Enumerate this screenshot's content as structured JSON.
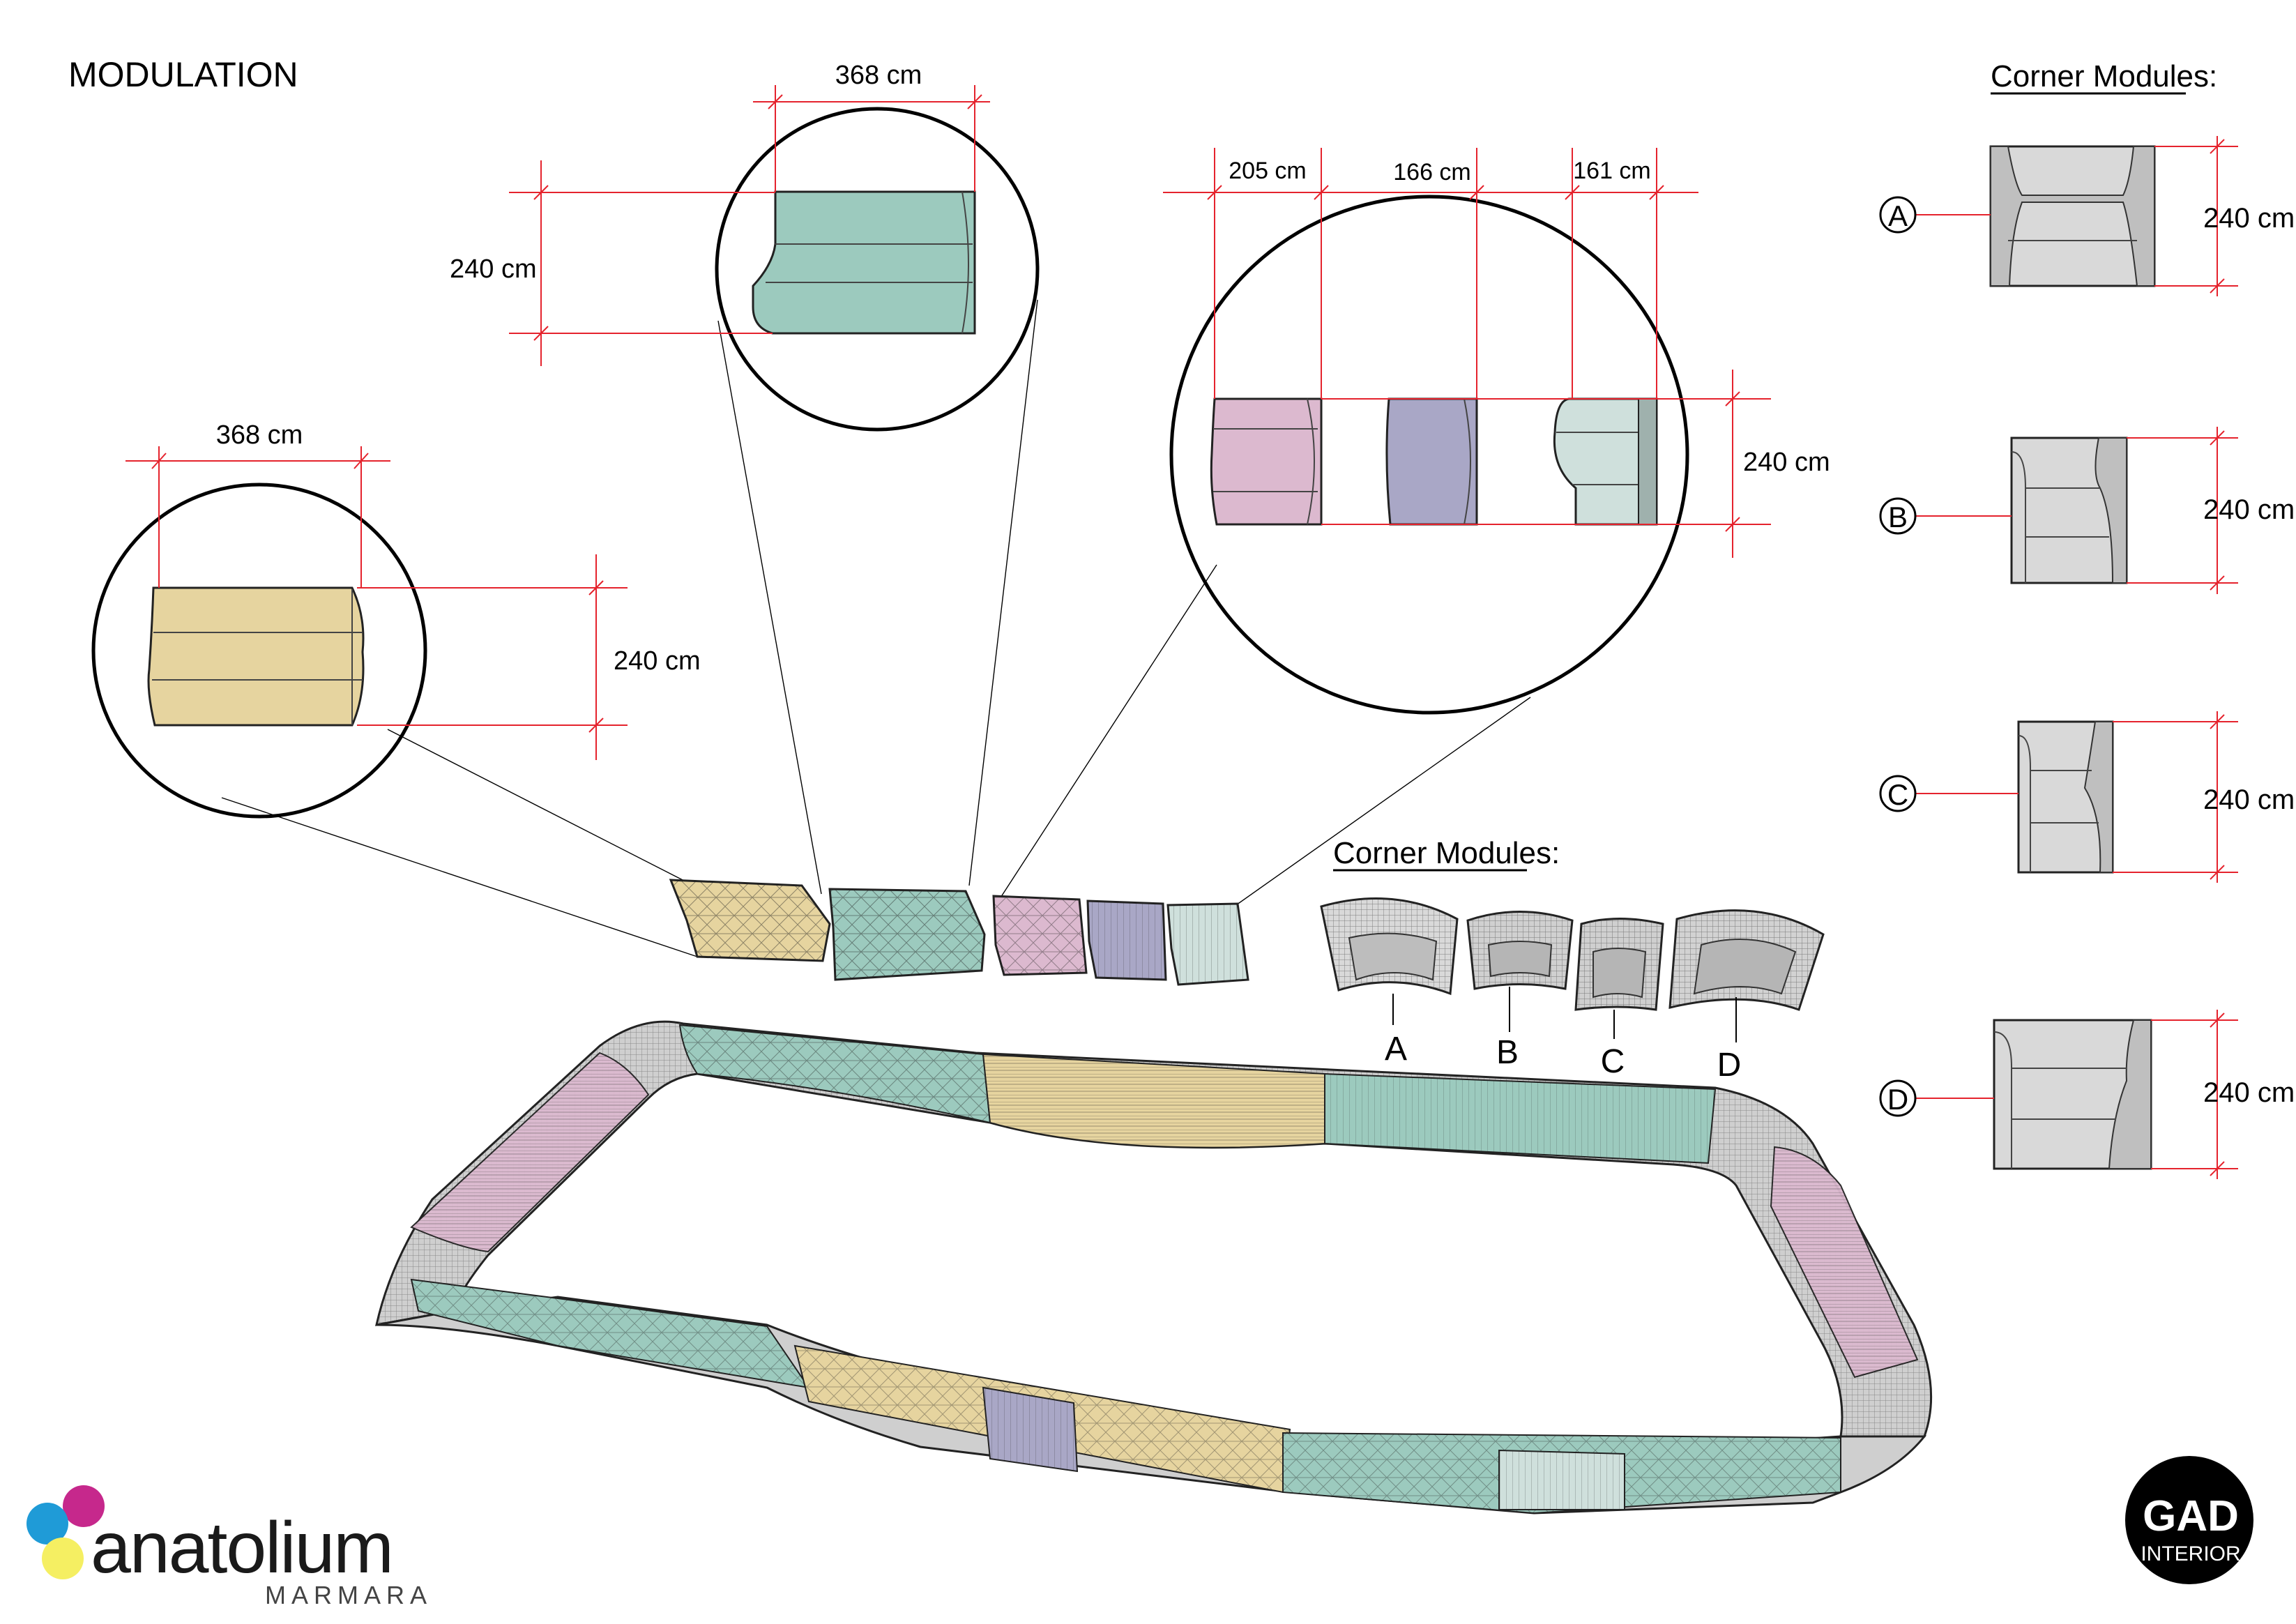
{
  "title": "MODULATION",
  "corner_header_right": "Corner Modules:",
  "corner_header_mid": "Corner Modules:",
  "dims": {
    "left_width": "368 cm",
    "left_depth": "240 cm",
    "top_width": "368 cm",
    "top_depth": "240 cm",
    "right_w1": "205 cm",
    "right_w2": "166 cm",
    "right_w3": "161 cm",
    "right_depth": "240 cm"
  },
  "corner_modules": [
    {
      "letter": "A",
      "depth": "240 cm"
    },
    {
      "letter": "B",
      "depth": "240 cm"
    },
    {
      "letter": "C",
      "depth": "240 cm"
    },
    {
      "letter": "D",
      "depth": "240 cm"
    }
  ],
  "mid_module_labels": [
    "A",
    "B",
    "C",
    "D"
  ],
  "logo": {
    "brand": "anatolium",
    "sub": "MARMARA"
  },
  "badge": {
    "top": "GAD",
    "bottom": "INTERIOR"
  },
  "colors": {
    "sand": "#e6d49f",
    "teal": "#9ccabe",
    "pink": "#dcb9cf",
    "lavender": "#a9a7c6",
    "mint": "#cfe0dc",
    "corner_grey": "#d9d9d9",
    "dimension_red": "#e5232d"
  }
}
